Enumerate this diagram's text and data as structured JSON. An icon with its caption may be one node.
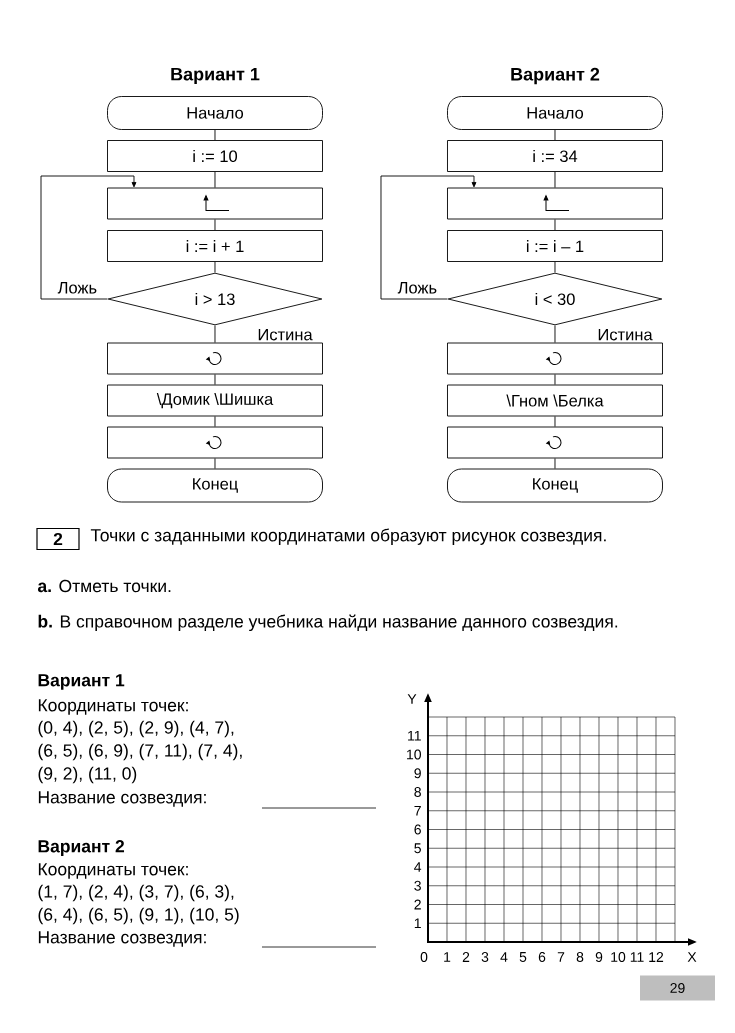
{
  "diagram": {
    "nodes": [
      {
        "text": [
          "Начало"
        ]
      },
      {
        "text": [
          "i := 10"
        ]
      },
      {
        "text": [],
        "shape": "box"
      },
      {
        "text": [
          "i := i + 1"
        ]
      },
      {
        "text": [
          "i > 13"
        ]
      },
      {
        "text": [],
        "shape": "box"
      },
      {
        "text": [
          "\\Домик \\Шишка"
        ]
      },
      {
        "text": [],
        "shape": "box"
      },
      {
        "text": [
          "Конец"
        ]
      },
      {
        "text": [
          "Начало"
        ]
      },
      {
        "text": [
          "i := 34"
        ]
      },
      {
        "text": [],
        "shape": "box"
      },
      {
        "text": [
          "i := i – 1"
        ]
      },
      {
        "text": [
          "i < 30"
        ]
      },
      {
        "text": [],
        "shape": "box"
      },
      {
        "text": [
          "\\Гном \\Белка"
        ]
      },
      {
        "text": [],
        "shape": "box"
      },
      {
        "text": [
          "Конец"
        ]
      }
    ],
    "edges": [
      {
        "from": 0,
        "to": 1,
        "arrow": "none"
      },
      {
        "from": 1,
        "to": 2,
        "arrow": "none"
      },
      {
        "from": 2,
        "to": 3,
        "arrow": "none"
      },
      {
        "from": 3,
        "to": 4,
        "arrow": "none"
      },
      {
        "from": 4,
        "to": 2,
        "arrow": "to",
        "label": "Ложь"
      },
      {
        "from": 4,
        "to": 5,
        "arrow": "none",
        "label": "Истина"
      },
      {
        "from": 5,
        "to": 6,
        "arrow": "none"
      },
      {
        "from": 6,
        "to": 7,
        "arrow": "none"
      },
      {
        "from": 7,
        "to": 8,
        "arrow": "none"
      },
      {
        "from": 9,
        "to": 10,
        "arrow": "none"
      },
      {
        "from": 10,
        "to": 11,
        "arrow": "none"
      },
      {
        "from": 11,
        "to": 12,
        "arrow": "none"
      },
      {
        "from": 12,
        "to": 13,
        "arrow": "none"
      },
      {
        "from": 13,
        "to": 11,
        "arrow": "to",
        "label": "Ложь"
      },
      {
        "from": 13,
        "to": 14,
        "arrow": "none",
        "label": "Истина"
      },
      {
        "from": 14,
        "to": 15,
        "arrow": "none"
      },
      {
        "from": 15,
        "to": 16,
        "arrow": "none"
      },
      {
        "from": 16,
        "to": 17,
        "arrow": "none"
      }
    ],
    "labels": [
      "Вариант 1",
      "Вариант 2",
      "2",
      "Точки с заданными координатами образуют рисунок созвездия.",
      "**a.** Отметь точки.",
      "**b.** В справочном разделе учебника найди название данного созвездия.",
      "Вариант 1",
      "Координаты точек:",
      "(0, 4), (2, 5), (2, 9), (4, 7),",
      "(6, 5), (6, 9), (7, 11), (7, 4),",
      "(9, 2), (11, 0)",
      "Название созвездия:",
      "Вариант 2",
      "Координаты точек:",
      "(1, 7), (2, 4), (3, 7), (6, 3),",
      "(6, 4), (6, 5), (9, 1), (10, 5)",
      "Название созвездия:",
      "Y",
      "11",
      "10",
      "9",
      "8",
      "7",
      "6",
      "5",
      "4",
      "3",
      "2",
      "1",
      "0",
      "1",
      "2",
      "3",
      "4",
      "5",
      "6",
      "7",
      "8",
      "9",
      "10",
      "11",
      "12",
      "X",
      "29"
    ]
  }
}
